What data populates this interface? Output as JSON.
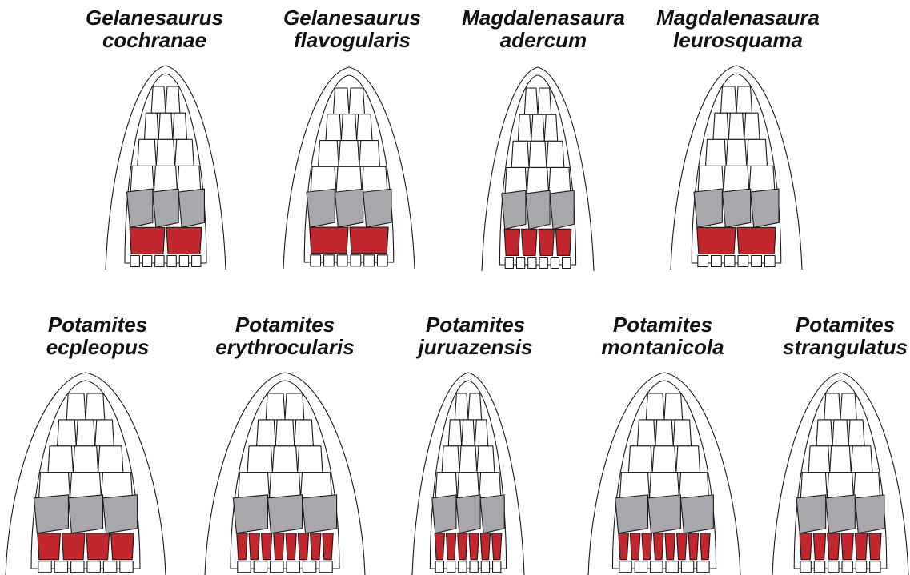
{
  "colors": {
    "highlight_red": "#c1272d",
    "highlight_gray": "#a7a8ab",
    "outline": "#1a1a1a",
    "scale_fill": "#ffffff"
  },
  "species": [
    {
      "genus": "Gelanesaurus",
      "epithet": "cochranae"
    },
    {
      "genus": "Gelanesaurus",
      "epithet": "flavogularis"
    },
    {
      "genus": "Magdalenasaura",
      "epithet": "adercum"
    },
    {
      "genus": "Magdalenasaura",
      "epithet": "leurosquama"
    },
    {
      "genus": "Potamites",
      "epithet": "ecpleopus"
    },
    {
      "genus": "Potamites",
      "epithet": "erythrocularis"
    },
    {
      "genus": "Potamites",
      "epithet": "juruazensis"
    },
    {
      "genus": "Potamites",
      "epithet": "montanicola"
    },
    {
      "genus": "Potamites",
      "epithet": "strangulatus"
    }
  ]
}
